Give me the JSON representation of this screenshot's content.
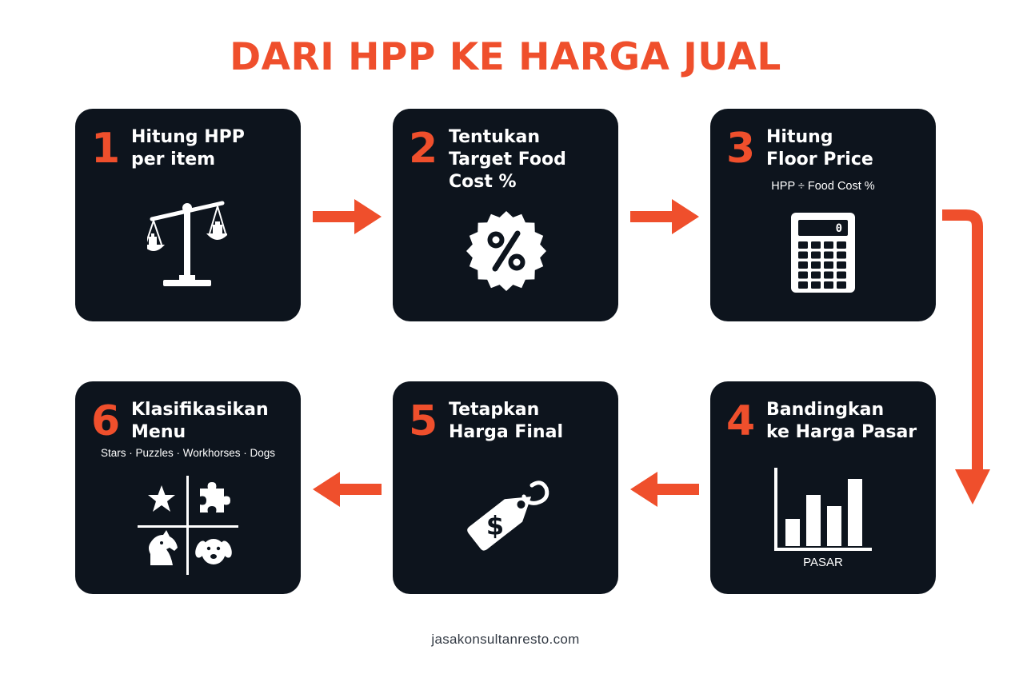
{
  "title": "DARI HPP KE HARGA JUAL",
  "colors": {
    "accent": "#ef4f2c",
    "card": "#0d141d",
    "icon": "#ffffff"
  },
  "steps": [
    {
      "number": "1",
      "title": "Hitung HPP\nper item",
      "subtitle": "",
      "icon": "balance-scale-icon"
    },
    {
      "number": "2",
      "title": "Tentukan\nTarget Food\nCost %",
      "subtitle": "",
      "icon": "percent-badge-icon"
    },
    {
      "number": "3",
      "title": "Hitung\nFloor Price",
      "subtitle": "HPP ÷ Food Cost %",
      "icon": "calculator-icon",
      "calculator_display": "0"
    },
    {
      "number": "4",
      "title": "Bandingkan\nke Harga Pasar",
      "subtitle": "",
      "icon": "bar-chart-icon",
      "chart_label": "PASAR"
    },
    {
      "number": "5",
      "title": "Tetapkan\nHarga Final",
      "subtitle": "",
      "icon": "price-tag-icon",
      "tag_symbol": "$"
    },
    {
      "number": "6",
      "title": "Klasifikasikan\nMenu",
      "subtitle": "Stars · Puzzles · Workhorses · Dogs",
      "icon": "menu-matrix-icon"
    }
  ],
  "footer": "jasakonsultanresto.com"
}
